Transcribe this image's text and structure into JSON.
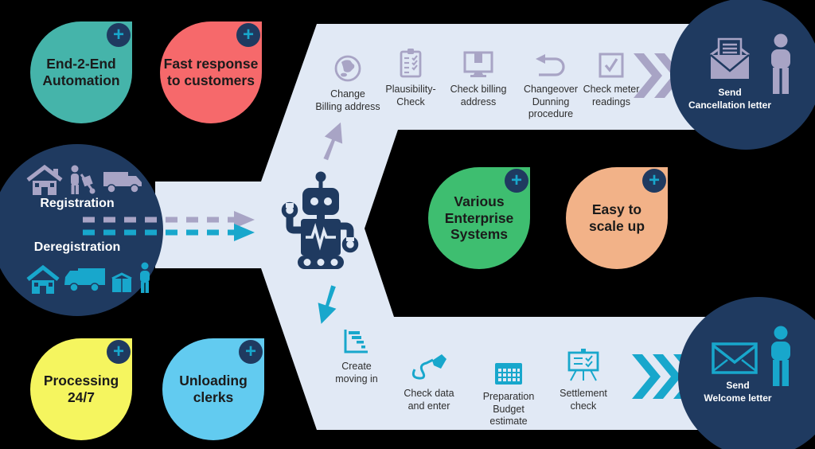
{
  "colors": {
    "background": "#000000",
    "band": "#E1E9F5",
    "navy": "#1F3A60",
    "lavender": "#A8A4C5",
    "cyan": "#18A7CC",
    "teal": "#45B4AA",
    "coral": "#F6696B",
    "green": "#3EBE70",
    "orange": "#F2B288",
    "yellow": "#F5F55F",
    "light_blue": "#62CBF0",
    "white": "#FFFFFF"
  },
  "benefits": {
    "badge_symbol": "+",
    "badge_icon": "plus-icon",
    "end_2_end": "End-2-End\nAutomation",
    "fast_response": "Fast response\nto customers",
    "various_enterprise": "Various\nEnterprise\nSystems",
    "easy_to_scale": "Easy to\nscale up",
    "processing": "Processing\n24/7",
    "unloading_clerks": "Unloading\nclerks"
  },
  "input_circle": {
    "registration": "Registration",
    "deregistration": "Deregistration",
    "top_icons": [
      "house-icon",
      "person-dolly-icon",
      "truck-icon"
    ],
    "bottom_icons": [
      "house-icon",
      "truck-icon",
      "box-icon",
      "person-icon"
    ],
    "arrows": [
      "dashed-arrow-lavender",
      "dashed-arrow-cyan"
    ]
  },
  "hub": {
    "icon": "robot-icon",
    "up_arrow_icon": "curved-arrow-up-icon",
    "down_arrow_icon": "curved-arrow-down-icon"
  },
  "top_flow": {
    "steps": [
      {
        "icon": "globe-icon",
        "label": "Change\nBilling address"
      },
      {
        "icon": "clipboard-checklist-icon",
        "label": "Plausibility-\nCheck"
      },
      {
        "icon": "monitor-icon",
        "label": "Check billing\naddress"
      },
      {
        "icon": "return-arrow-icon",
        "label": "Changeover\nDunning\nprocedure"
      },
      {
        "icon": "checkbox-icon",
        "label": "Check meter\nreadings"
      }
    ],
    "chevrons_icon": "triple-chevron-right-icon",
    "result": "Send\nCancellation letter",
    "result_icons": [
      "open-envelope-letter-icon",
      "person-icon"
    ]
  },
  "bottom_flow": {
    "steps": [
      {
        "icon": "gantt-icon",
        "label": "Create\nmoving in"
      },
      {
        "icon": "pen-icon",
        "label": "Check data\nand enter"
      },
      {
        "icon": "calendar-icon",
        "label": "Preparation\nBudget\nestimate"
      },
      {
        "icon": "easel-check-icon",
        "label": "Settlement\ncheck"
      }
    ],
    "chevrons_icon": "triple-chevron-right-icon",
    "result": "Send\nWelcome letter",
    "result_icons": [
      "envelope-icon",
      "person-icon"
    ]
  }
}
